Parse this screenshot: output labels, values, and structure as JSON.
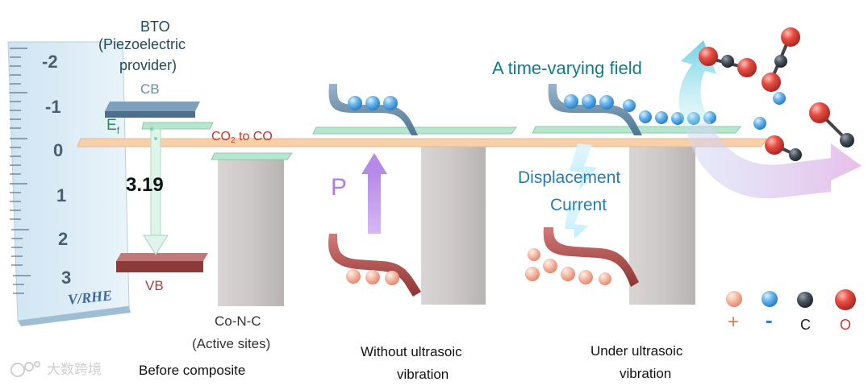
{
  "scale": {
    "ticks": [
      "-2",
      "-1",
      "0",
      "1",
      "2",
      "3"
    ],
    "unit": "V/RHE"
  },
  "bto": {
    "title_line1": "BTO",
    "title_line2": "(Piezoelectric",
    "title_line3": "provider)",
    "cb": "CB",
    "vb": "VB",
    "ef_main": "E",
    "ef_sub": "f",
    "gap": "3.19"
  },
  "reaction": {
    "prefix": "CO",
    "sub": "2",
    "suffix": " to CO"
  },
  "conc": {
    "line1": "Co-N-C",
    "line2": "(Active sites)"
  },
  "captions": {
    "before": "Before composite",
    "without_line1": "Without ultrasoic",
    "without_line2": "vibration",
    "under_line1": "Under ultrasoic",
    "under_line2": "vibration"
  },
  "annotations": {
    "polarization": "P",
    "field": "A time-varying field",
    "displacement_line1": "Displacement",
    "displacement_line2": "Current"
  },
  "legend": {
    "plus": "+",
    "minus": "-",
    "carbon": "C",
    "oxygen": "O"
  },
  "watermark": "大数跨境",
  "colors": {
    "title_text": "#244a5a",
    "cb_text": "#6a8ca8",
    "vb_text": "#b03a3a",
    "ef_text": "#2f8a55",
    "reaction_text": "#cc3322",
    "field_text": "#147a88",
    "displacement_text": "#2a7ab5",
    "p_text": "#b07ae8",
    "legend_plus": "#e07a50",
    "legend_minus": "#2f7fc8",
    "legend_o": "#d03a3a"
  }
}
